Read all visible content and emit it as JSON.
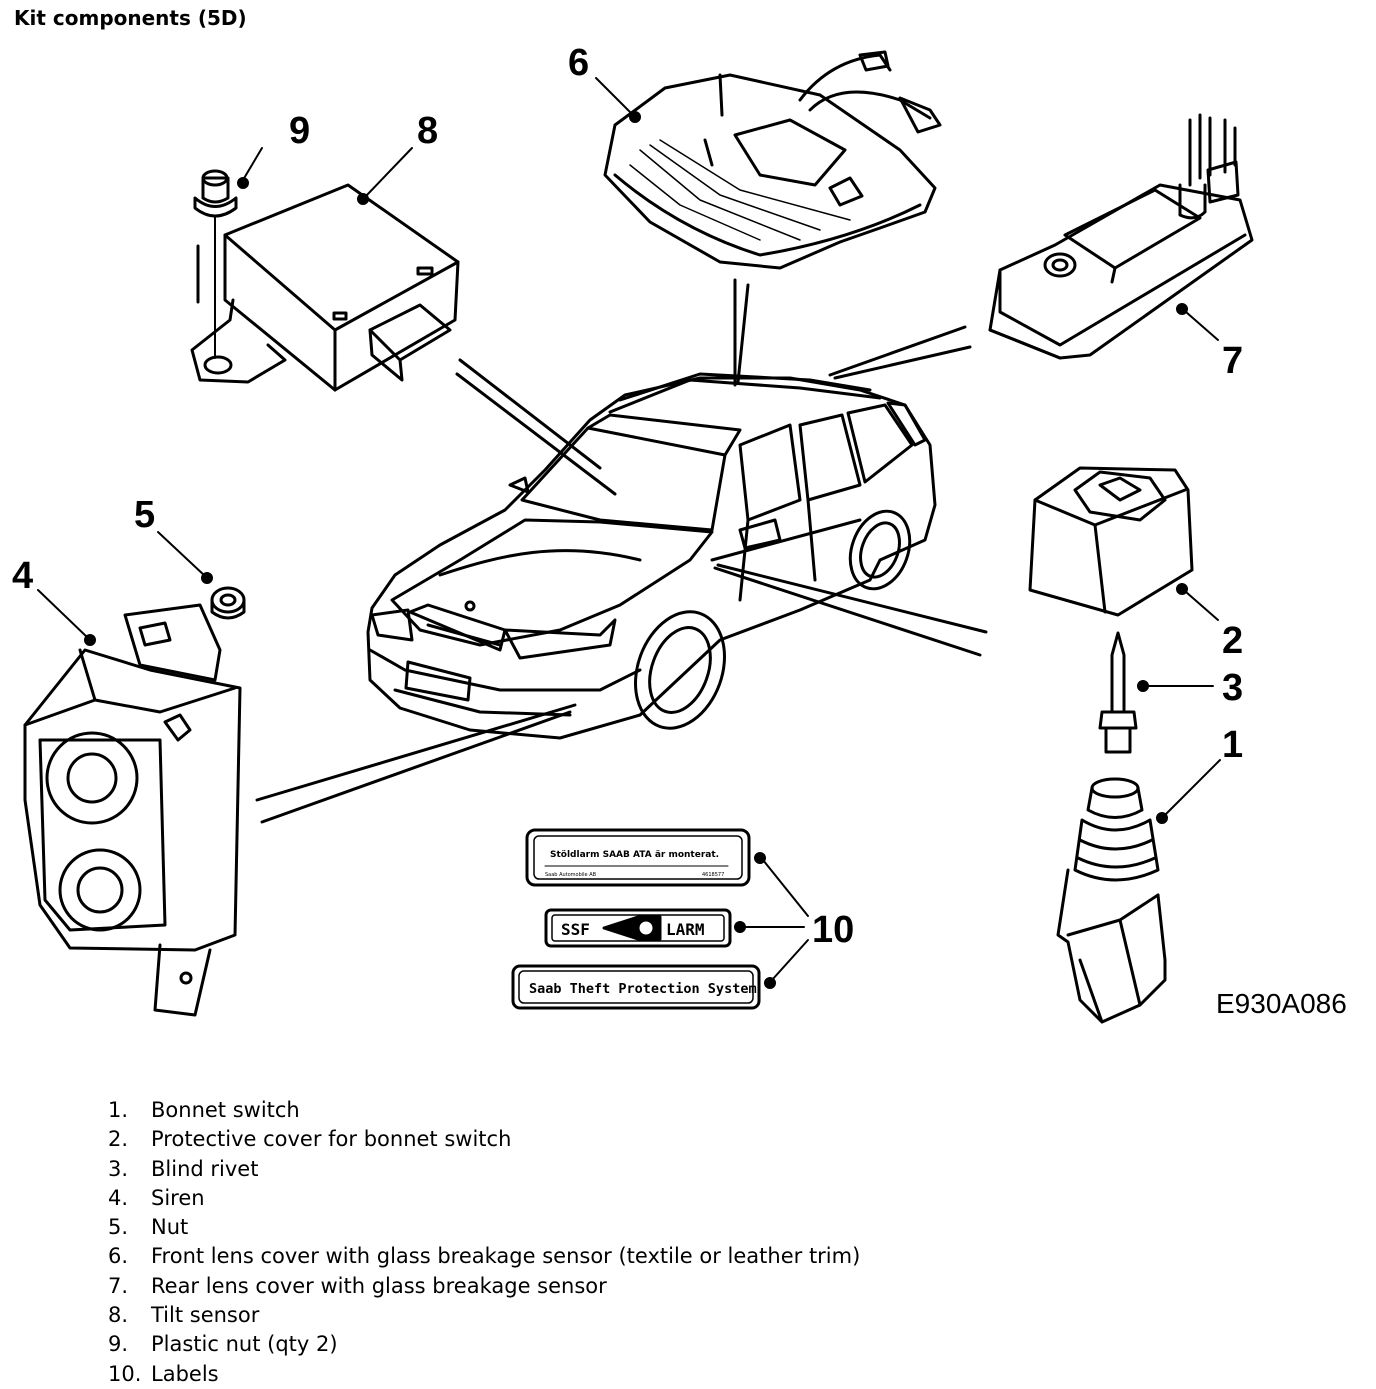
{
  "page": {
    "title": "Kit components (5D)",
    "figure_code": "E930A086"
  },
  "callouts": {
    "c1": "1",
    "c2": "2",
    "c3": "3",
    "c4": "4",
    "c5": "5",
    "c6": "6",
    "c7": "7",
    "c8": "8",
    "c9": "9",
    "c10": "10"
  },
  "labels": {
    "label_a_text": "Stöldlarm SAAB ATA är monterat.",
    "label_a_company": "Saab Automobile AB",
    "label_a_partno": "4618577",
    "label_b_left": "SSF",
    "label_b_right": "LARM",
    "label_c_text": "Saab Theft Protection System"
  },
  "legend": [
    {
      "num": "1.",
      "text": "Bonnet switch"
    },
    {
      "num": "2.",
      "text": "Protective cover for bonnet switch"
    },
    {
      "num": "3.",
      "text": "Blind rivet"
    },
    {
      "num": "4.",
      "text": "Siren"
    },
    {
      "num": "5.",
      "text": "Nut"
    },
    {
      "num": "6.",
      "text": "Front lens cover with glass breakage sensor (textile or leather trim)"
    },
    {
      "num": "7.",
      "text": "Rear lens cover with glass breakage sensor"
    },
    {
      "num": "8.",
      "text": "Tilt sensor"
    },
    {
      "num": "9.",
      "text": "Plastic nut (qty 2)"
    },
    {
      "num": "10.",
      "text": "Labels"
    }
  ]
}
